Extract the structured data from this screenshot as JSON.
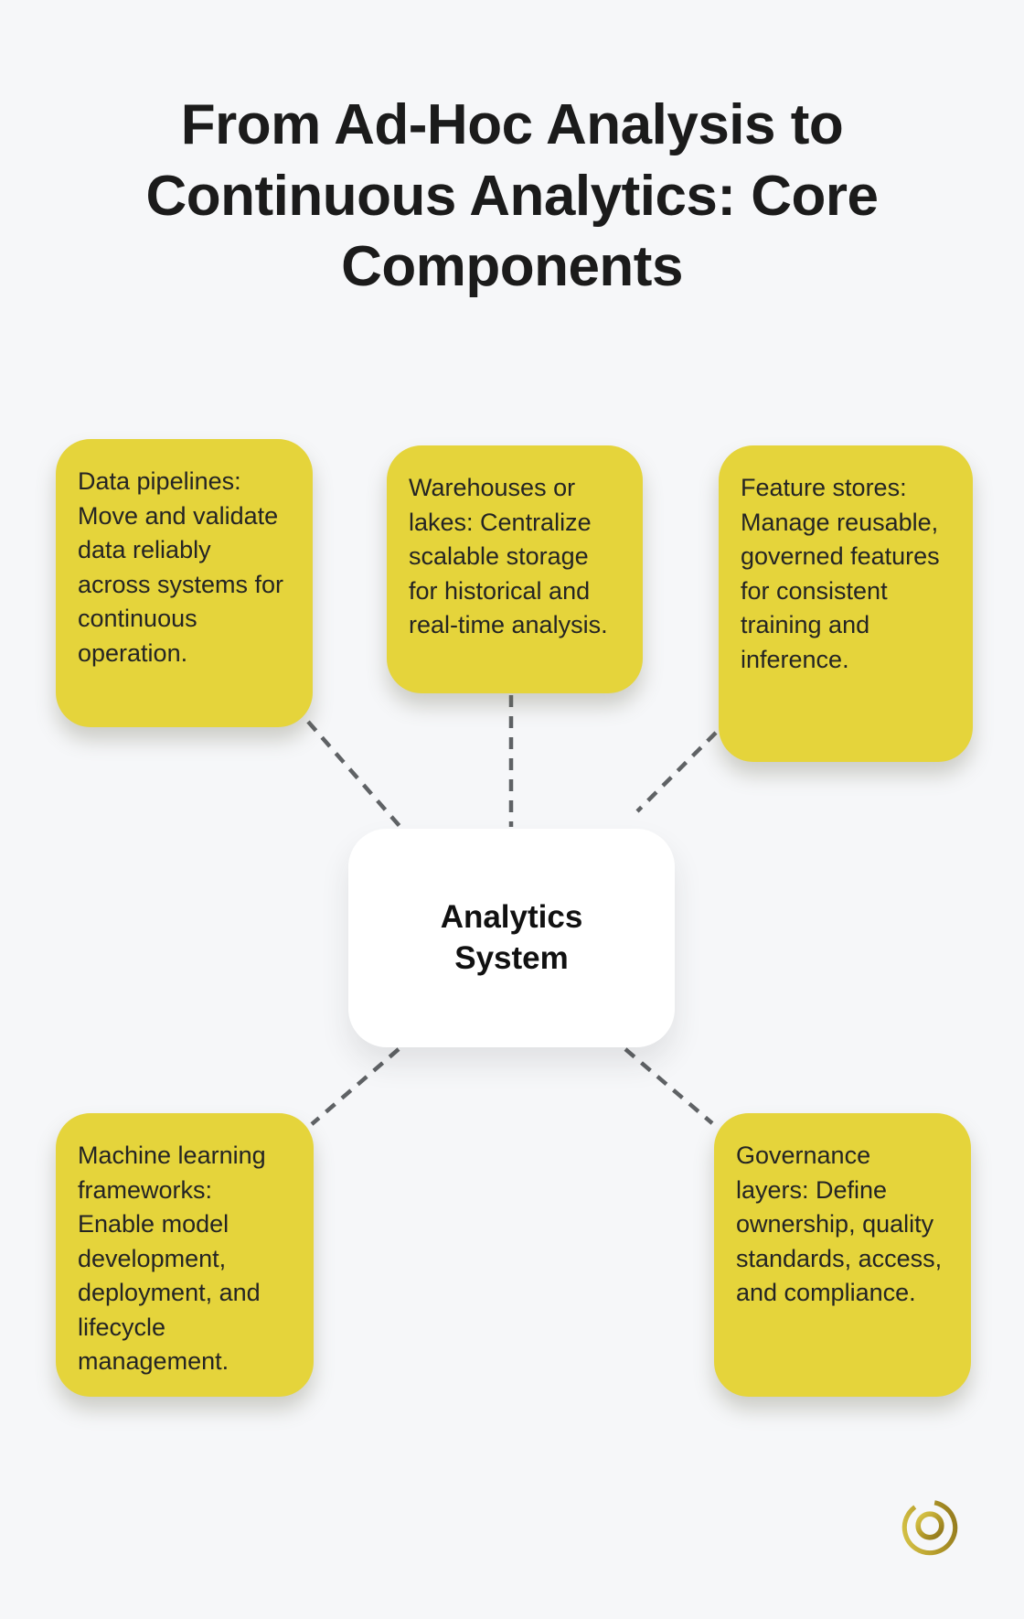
{
  "page": {
    "background_color": "#f6f7f9",
    "card_color": "#e5d43b",
    "card_text_color": "#242424",
    "connector_color": "#5f6265",
    "center_node_color": "#ffffff",
    "logo_gold_color": "#b29a2c"
  },
  "title": "From Ad-Hoc Analysis to Continuous Analytics: Core Components",
  "center_node": {
    "label": "Analytics System",
    "lines": [
      "Analytics",
      "System"
    ]
  },
  "components": [
    {
      "id": "data-pipelines",
      "text": "Data pipelines: Move and validate data reliably across systems for continuous operation."
    },
    {
      "id": "warehouses-lakes",
      "text": "Warehouses or lakes: Centralize scalable storage for historical and real-time analysis."
    },
    {
      "id": "feature-stores",
      "text": "Feature stores: Manage reusable, governed features for consistent training and inference."
    },
    {
      "id": "ml-frameworks",
      "text": "Machine learning frameworks: Enable model development, deployment, and lifecycle management."
    },
    {
      "id": "governance-layers",
      "text": "Governance layers: Define ownership, quality standards, access, and compliance."
    }
  ]
}
